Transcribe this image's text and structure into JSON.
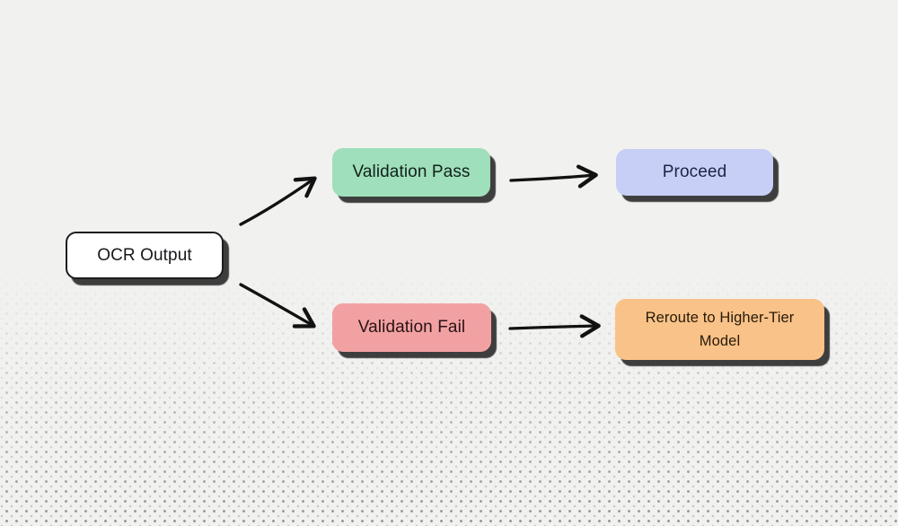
{
  "page": {
    "background_color": "#f1f1ef",
    "pattern": "halftone-dots-fading-in-toward-bottom",
    "dot_color": "#5f5f5f"
  },
  "diagram": {
    "type": "flowchart",
    "arrow_color": "#121212",
    "shadow_color": "#2f2f2f",
    "nodes": [
      {
        "id": "ocr-output",
        "label": "OCR Output",
        "fill": "#ffffff",
        "text_color": "#17191c",
        "border": "#1d1d1f"
      },
      {
        "id": "validation-pass",
        "label": "Validation Pass",
        "fill": "#9fdfbb",
        "text_color": "#12211a"
      },
      {
        "id": "proceed",
        "label": "Proceed",
        "fill": "#c7cff7",
        "text_color": "#1b2545"
      },
      {
        "id": "validation-fail",
        "label": "Validation Fail",
        "fill": "#f2a1a3",
        "text_color": "#2a1314"
      },
      {
        "id": "reroute-higher-tier",
        "label": "Reroute to Higher-Tier Model",
        "fill": "#f9c288",
        "text_color": "#271a09"
      }
    ],
    "edges": [
      {
        "from": "ocr-output",
        "to": "validation-pass"
      },
      {
        "from": "ocr-output",
        "to": "validation-fail"
      },
      {
        "from": "validation-pass",
        "to": "proceed"
      },
      {
        "from": "validation-fail",
        "to": "reroute-higher-tier"
      }
    ]
  }
}
